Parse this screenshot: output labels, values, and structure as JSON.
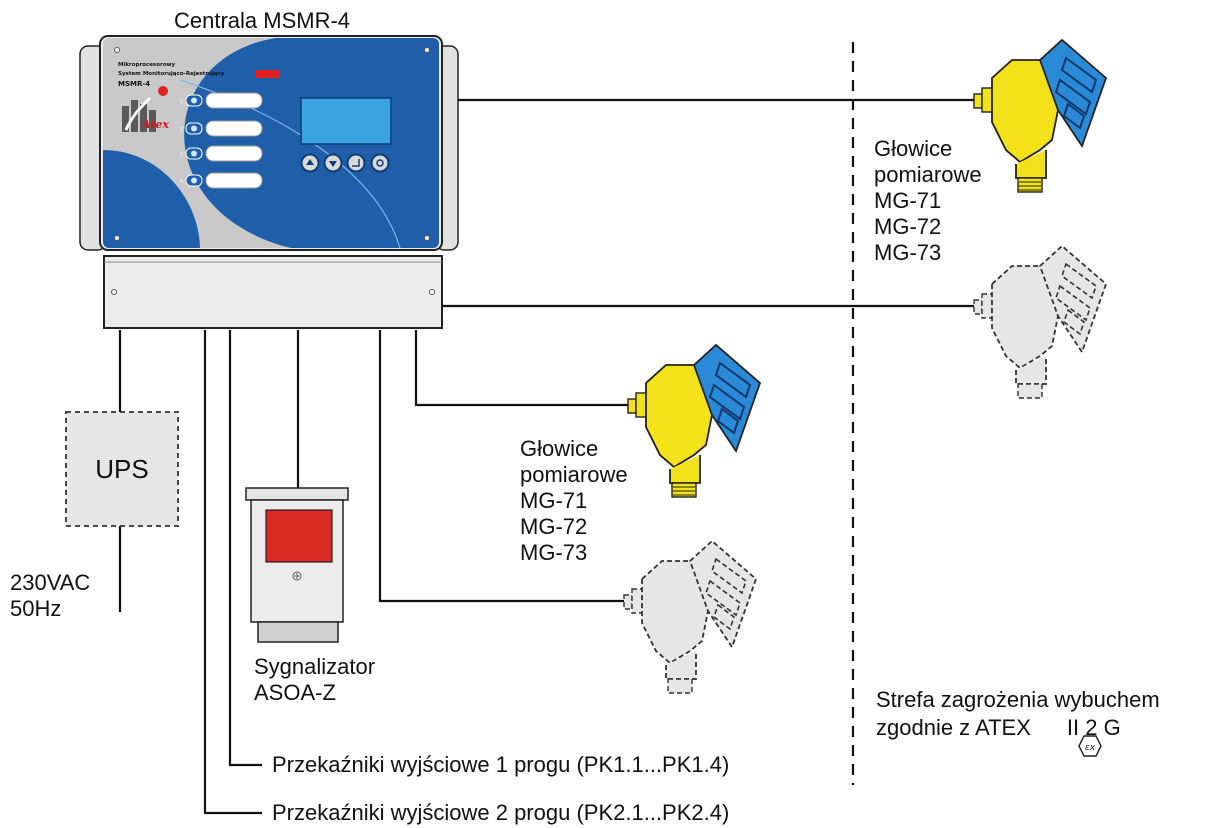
{
  "controller": {
    "title": "Centrala MSMR-4",
    "panel_text": [
      "Mikroprocesorowy",
      "System Monitorująco-Rejestrujący",
      "MSMR-4"
    ],
    "logo": "Atex",
    "channels": [
      "1",
      "2",
      "3",
      "4"
    ]
  },
  "heads_remote": {
    "lines": [
      "Głowice",
      "pomiarowe",
      "MG-71",
      "MG-72",
      "MG-73"
    ]
  },
  "heads_local": {
    "lines": [
      "Głowice",
      "pomiarowe",
      "MG-71",
      "MG-72",
      "MG-73"
    ]
  },
  "ups": {
    "label": "UPS"
  },
  "power": {
    "line1": "230VAC",
    "line2": "50Hz"
  },
  "signaler": {
    "line1": "Sygnalizator",
    "line2": "ASOA-Z"
  },
  "zone": {
    "line1": "Strefa zagrożenia wybuchem",
    "line2_prefix": "zgodnie z ATEX",
    "line2_suffix": "II 2 G",
    "ex_symbol": "ex-hexagon-icon"
  },
  "relays": {
    "threshold1": "Przekaźniki wyjściowe 1 progu (PK1.1...PK1.4)",
    "threshold2": "Przekaźniki wyjściowe 2 progu (PK2.1...PK2.4)"
  },
  "colors": {
    "panel_blue": "#1f5ea8",
    "panel_grey": "#c8c8c8",
    "display_blue": "#3aa4e0",
    "head_yellow": "#f3e21a",
    "head_blue": "#2a8ad8",
    "alarm_red": "#e02020"
  }
}
